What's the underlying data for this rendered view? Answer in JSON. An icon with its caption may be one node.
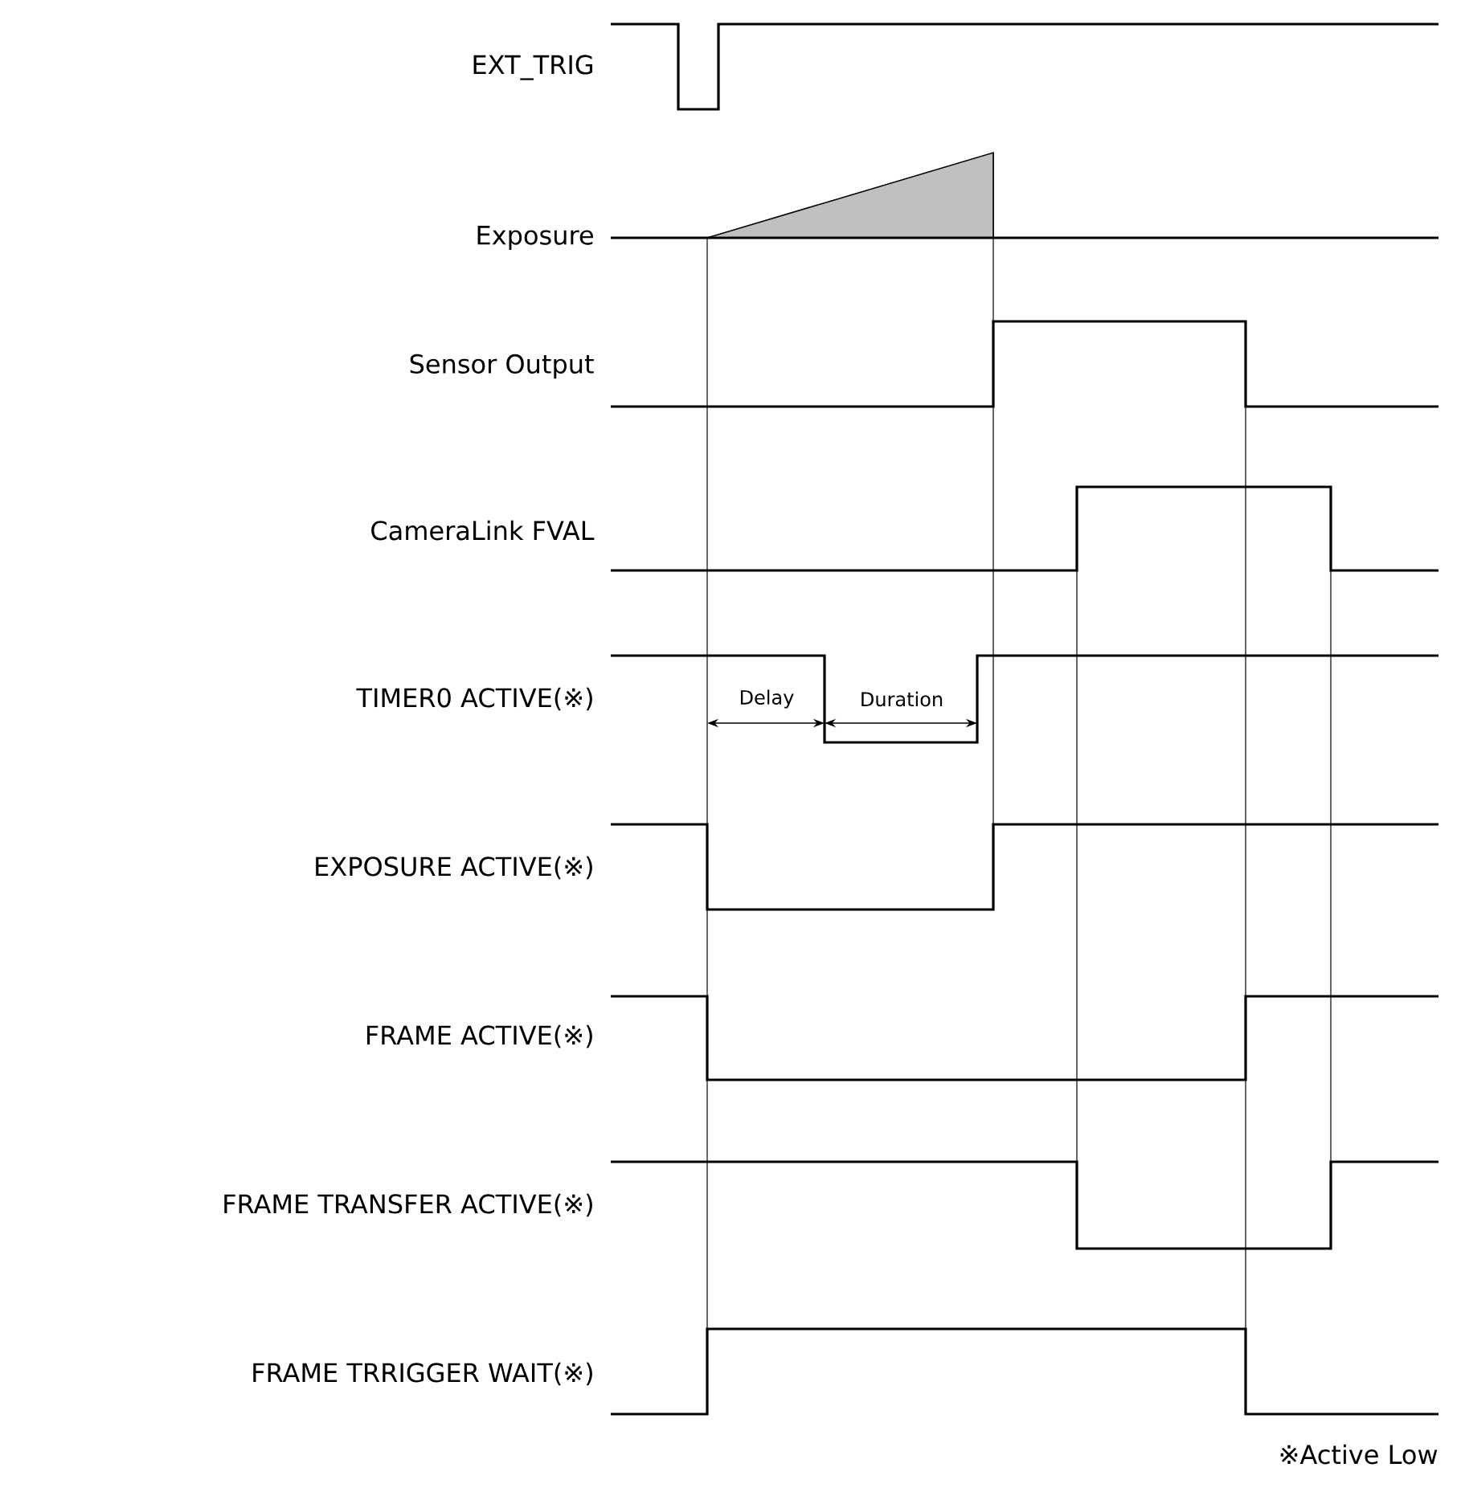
{
  "diagram": {
    "labels": [
      "EXT_TRIG",
      "Exposure",
      "Sensor Output",
      "CameraLink FVAL",
      "TIMER0 ACTIVE(※)",
      "EXPOSURE ACTIVE(※)",
      "FRAME ACTIVE(※)",
      "FRAME TRANSFER ACTIVE(※)",
      "FRAME TRRIGGER WAIT(※)",
      "Delay",
      "Duration",
      "※Active Low"
    ]
  }
}
